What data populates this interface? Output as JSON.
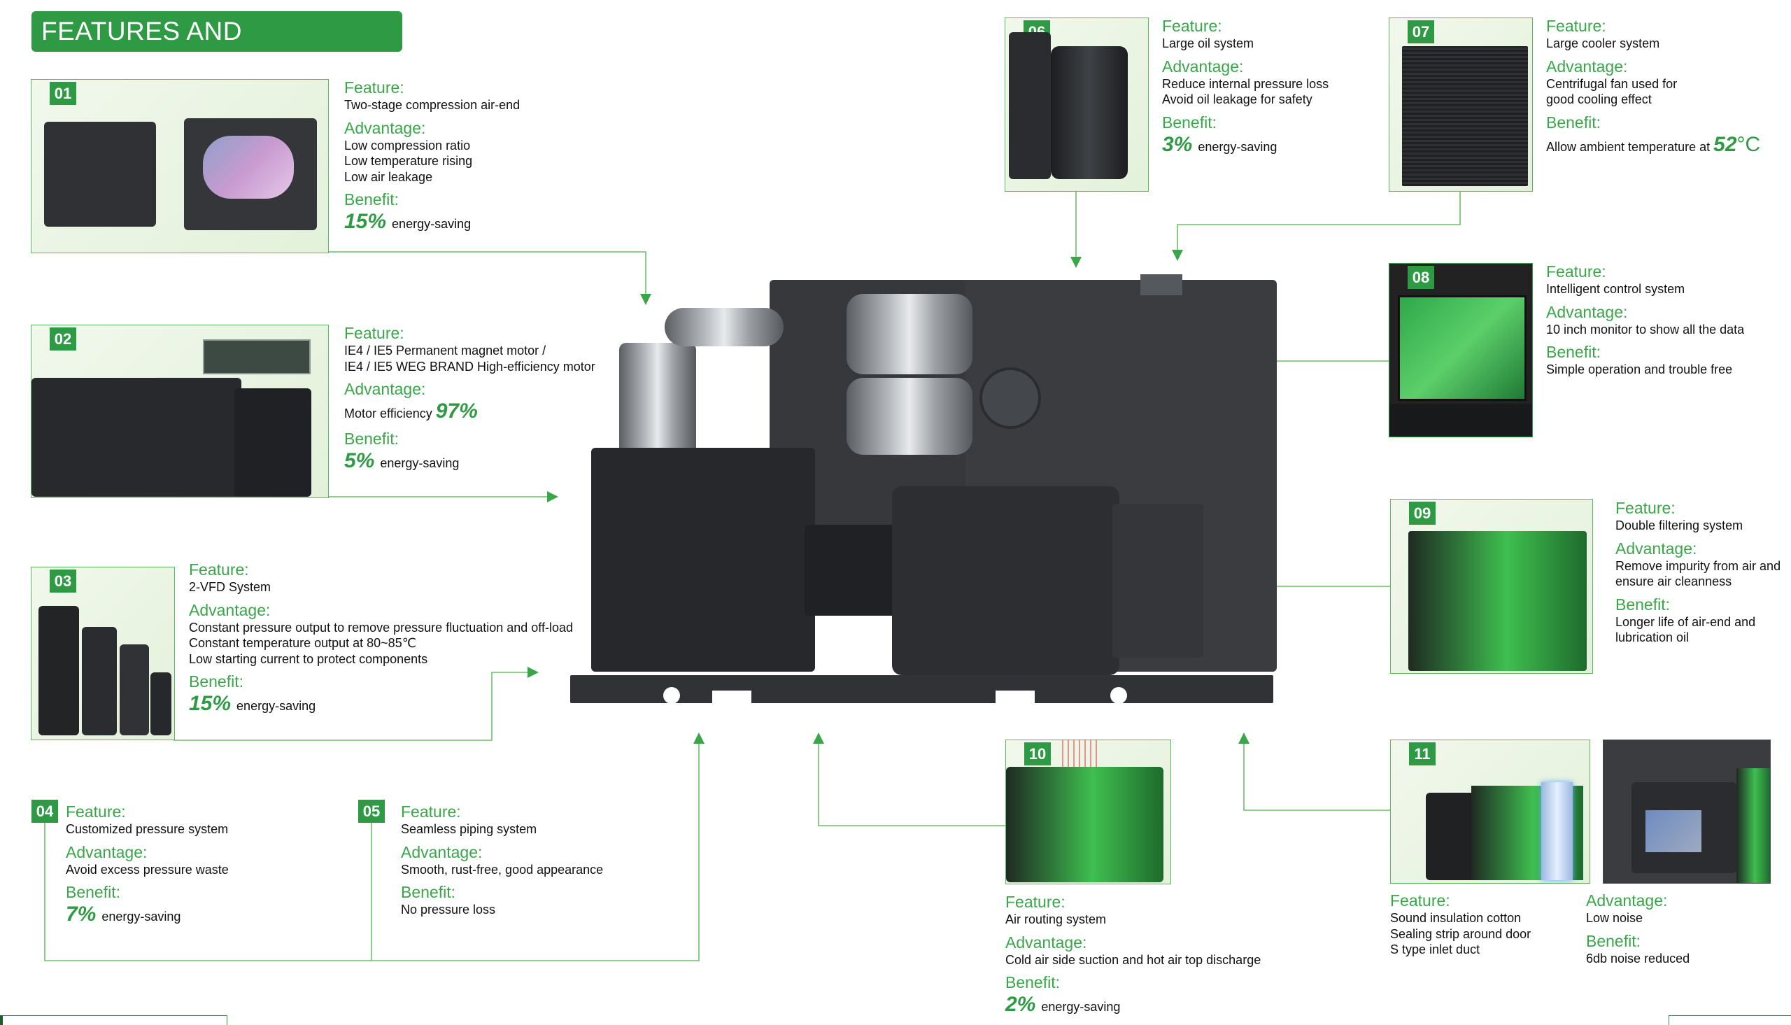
{
  "title": "FEATURES AND ADVANTAGES",
  "labels": {
    "feature": "Feature:",
    "advantage": "Advantage:",
    "benefit": "Benefit:"
  },
  "energy_suffix": "energy-saving",
  "deg_suffix": "°C",
  "items": [
    {
      "no": "01",
      "feature": [
        "Two-stage compression air-end"
      ],
      "advantage": [
        "Low compression ratio",
        "Low temperature rising",
        "Low air leakage"
      ],
      "benefit_value": "15%"
    },
    {
      "no": "02",
      "feature": [
        "IE4 / IE5 Permanent magnet motor /",
        "IE4 / IE5 WEG BRAND High-efficiency motor"
      ],
      "advantage_prefix": "Motor efficiency",
      "advantage_value": "97%",
      "benefit_value": "5%"
    },
    {
      "no": "03",
      "feature": [
        "2-VFD System"
      ],
      "advantage": [
        "Constant pressure output to remove pressure fluctuation and off-load",
        "Constant temperature output at 80~85℃",
        "Low starting current to protect components"
      ],
      "benefit_value": "15%"
    },
    {
      "no": "04",
      "feature": [
        "Customized pressure system"
      ],
      "advantage": [
        "Avoid excess pressure waste"
      ],
      "benefit_value": "7%"
    },
    {
      "no": "05",
      "feature": [
        "Seamless piping system"
      ],
      "advantage": [
        "Smooth, rust-free, good appearance"
      ],
      "benefit": [
        "No pressure loss"
      ]
    },
    {
      "no": "06",
      "feature": [
        "Large oil system"
      ],
      "advantage": [
        "Reduce internal pressure loss",
        "Avoid oil leakage for safety"
      ],
      "benefit_value": "3%"
    },
    {
      "no": "07",
      "feature": [
        "Large cooler system"
      ],
      "advantage": [
        "Centrifugal fan used for",
        "good cooling effect"
      ],
      "benefit_prefix": "Allow ambient temperature at",
      "benefit_value": "52"
    },
    {
      "no": "08",
      "feature": [
        "Intelligent control system"
      ],
      "advantage": [
        "10 inch monitor to show all the data"
      ],
      "benefit": [
        "Simple operation and trouble free"
      ]
    },
    {
      "no": "09",
      "feature": [
        "Double filtering system"
      ],
      "advantage": [
        "Remove impurity from air and",
        "ensure air cleanness"
      ],
      "benefit": [
        "Longer life of air-end and",
        "lubrication oil"
      ]
    },
    {
      "no": "10",
      "feature": [
        "Air routing system"
      ],
      "advantage": [
        "Cold air side suction and hot air top discharge"
      ],
      "benefit_value": "2%"
    },
    {
      "no": "11",
      "feature": [
        "Sound insulation cotton",
        "Sealing strip around door",
        "S type inlet duct"
      ],
      "advantage": [
        "Low noise"
      ],
      "benefit": [
        "6db noise reduced"
      ]
    }
  ],
  "colors": {
    "green": "#2e9a44",
    "label_green": "#3aa64a",
    "panel_bg": "#e8f4e1",
    "machine": "#2b2d30"
  }
}
